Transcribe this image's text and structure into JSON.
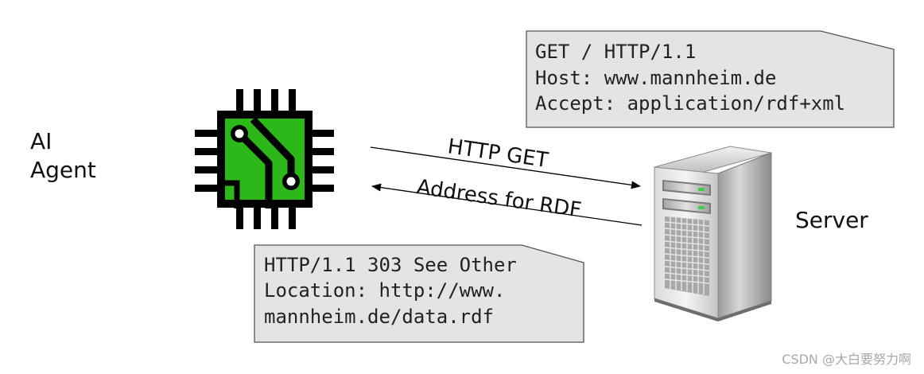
{
  "agent": {
    "label_line1": "AI",
    "label_line2": "Agent"
  },
  "server": {
    "label": "Server"
  },
  "request_note": {
    "line1": "GET / HTTP/1.1",
    "line2": "Host: www.mannheim.de",
    "line3": "Accept: application/rdf+xml"
  },
  "response_note": {
    "line1": "HTTP/1.1 303 See Other",
    "line2": "Location: http://www.",
    "line3": "mannheim.de/data.rdf"
  },
  "arrows": {
    "request_label": "HTTP GET",
    "response_label": "Address for RDF"
  },
  "watermark": "CSDN @大白要努力啊",
  "colors": {
    "chip_green": "#2db81a",
    "chip_black": "#000000",
    "note_fill": "#e4e4e4",
    "note_stroke": "#555555"
  }
}
